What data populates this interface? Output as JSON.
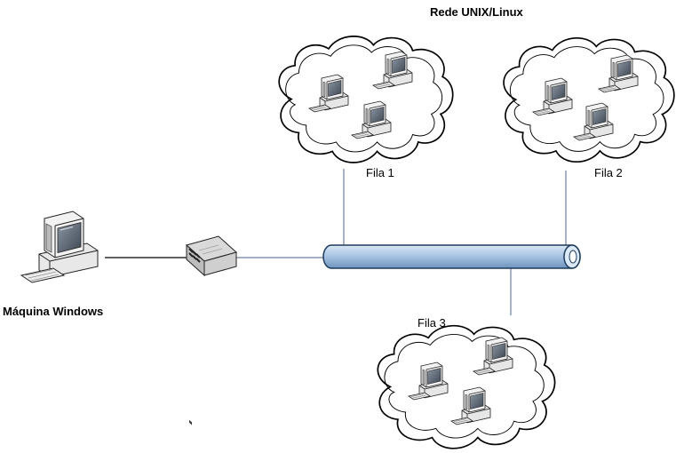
{
  "title": "Rede UNIX/Linux",
  "windows_machine_label": "Máquina Windows",
  "queues": [
    {
      "label": "Fila 1"
    },
    {
      "label": "Fila 2"
    },
    {
      "label": "Fila 3"
    }
  ],
  "icons": {
    "workstation": "desktop-computer-icon",
    "hub": "network-hub-icon",
    "bus": "network-bus-icon",
    "cloud": "cloud-icon"
  },
  "colors": {
    "bus_fill": "#a9c6e4",
    "bus_stroke": "#1f3b5c",
    "link": "#6d7fa0",
    "cloud_stroke": "#000000",
    "monitor_screen": "#4d5866"
  }
}
